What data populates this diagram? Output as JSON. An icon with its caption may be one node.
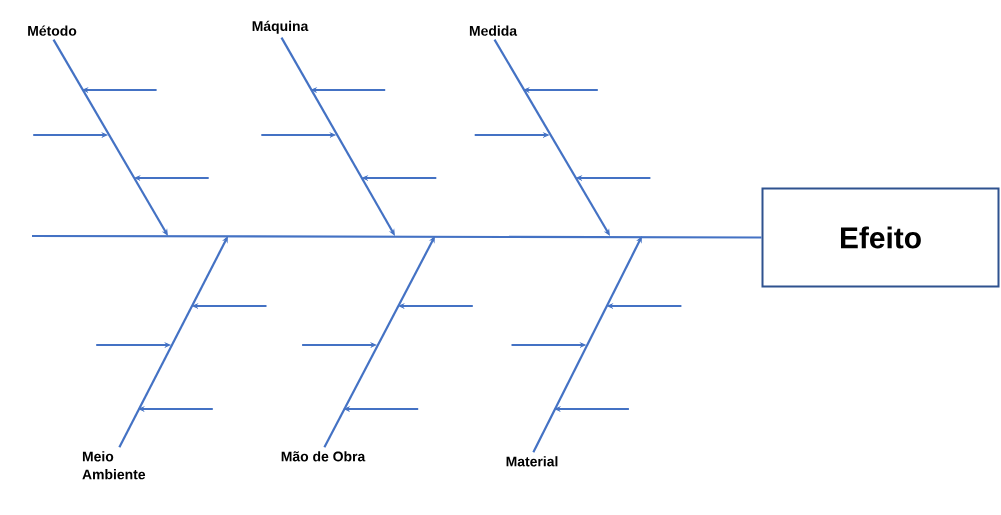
{
  "diagram": {
    "nodes": [
      {
        "text": [
          "Método"
        ]
      },
      {
        "text": [
          "Máquina"
        ]
      },
      {
        "text": [
          "Medida"
        ]
      },
      {
        "text": [
          "Meio Ambiente"
        ]
      },
      {
        "text": [
          "Mão de Obra"
        ]
      },
      {
        "text": [
          "Material"
        ]
      },
      {
        "text": [
          "Efeito"
        ]
      }
    ],
    "edges": [
      {
        "from": 0,
        "to": null,
        "arrow": "to"
      },
      {
        "from": 1,
        "to": null,
        "arrow": "to"
      },
      {
        "from": 2,
        "to": null,
        "arrow": "to"
      },
      {
        "from": 3,
        "to": null,
        "arrow": "to"
      },
      {
        "from": 4,
        "to": null,
        "arrow": "to"
      },
      {
        "from": 5,
        "to": null,
        "arrow": "to"
      },
      {
        "from": null,
        "to": 6,
        "arrow": "none"
      }
    ]
  }
}
